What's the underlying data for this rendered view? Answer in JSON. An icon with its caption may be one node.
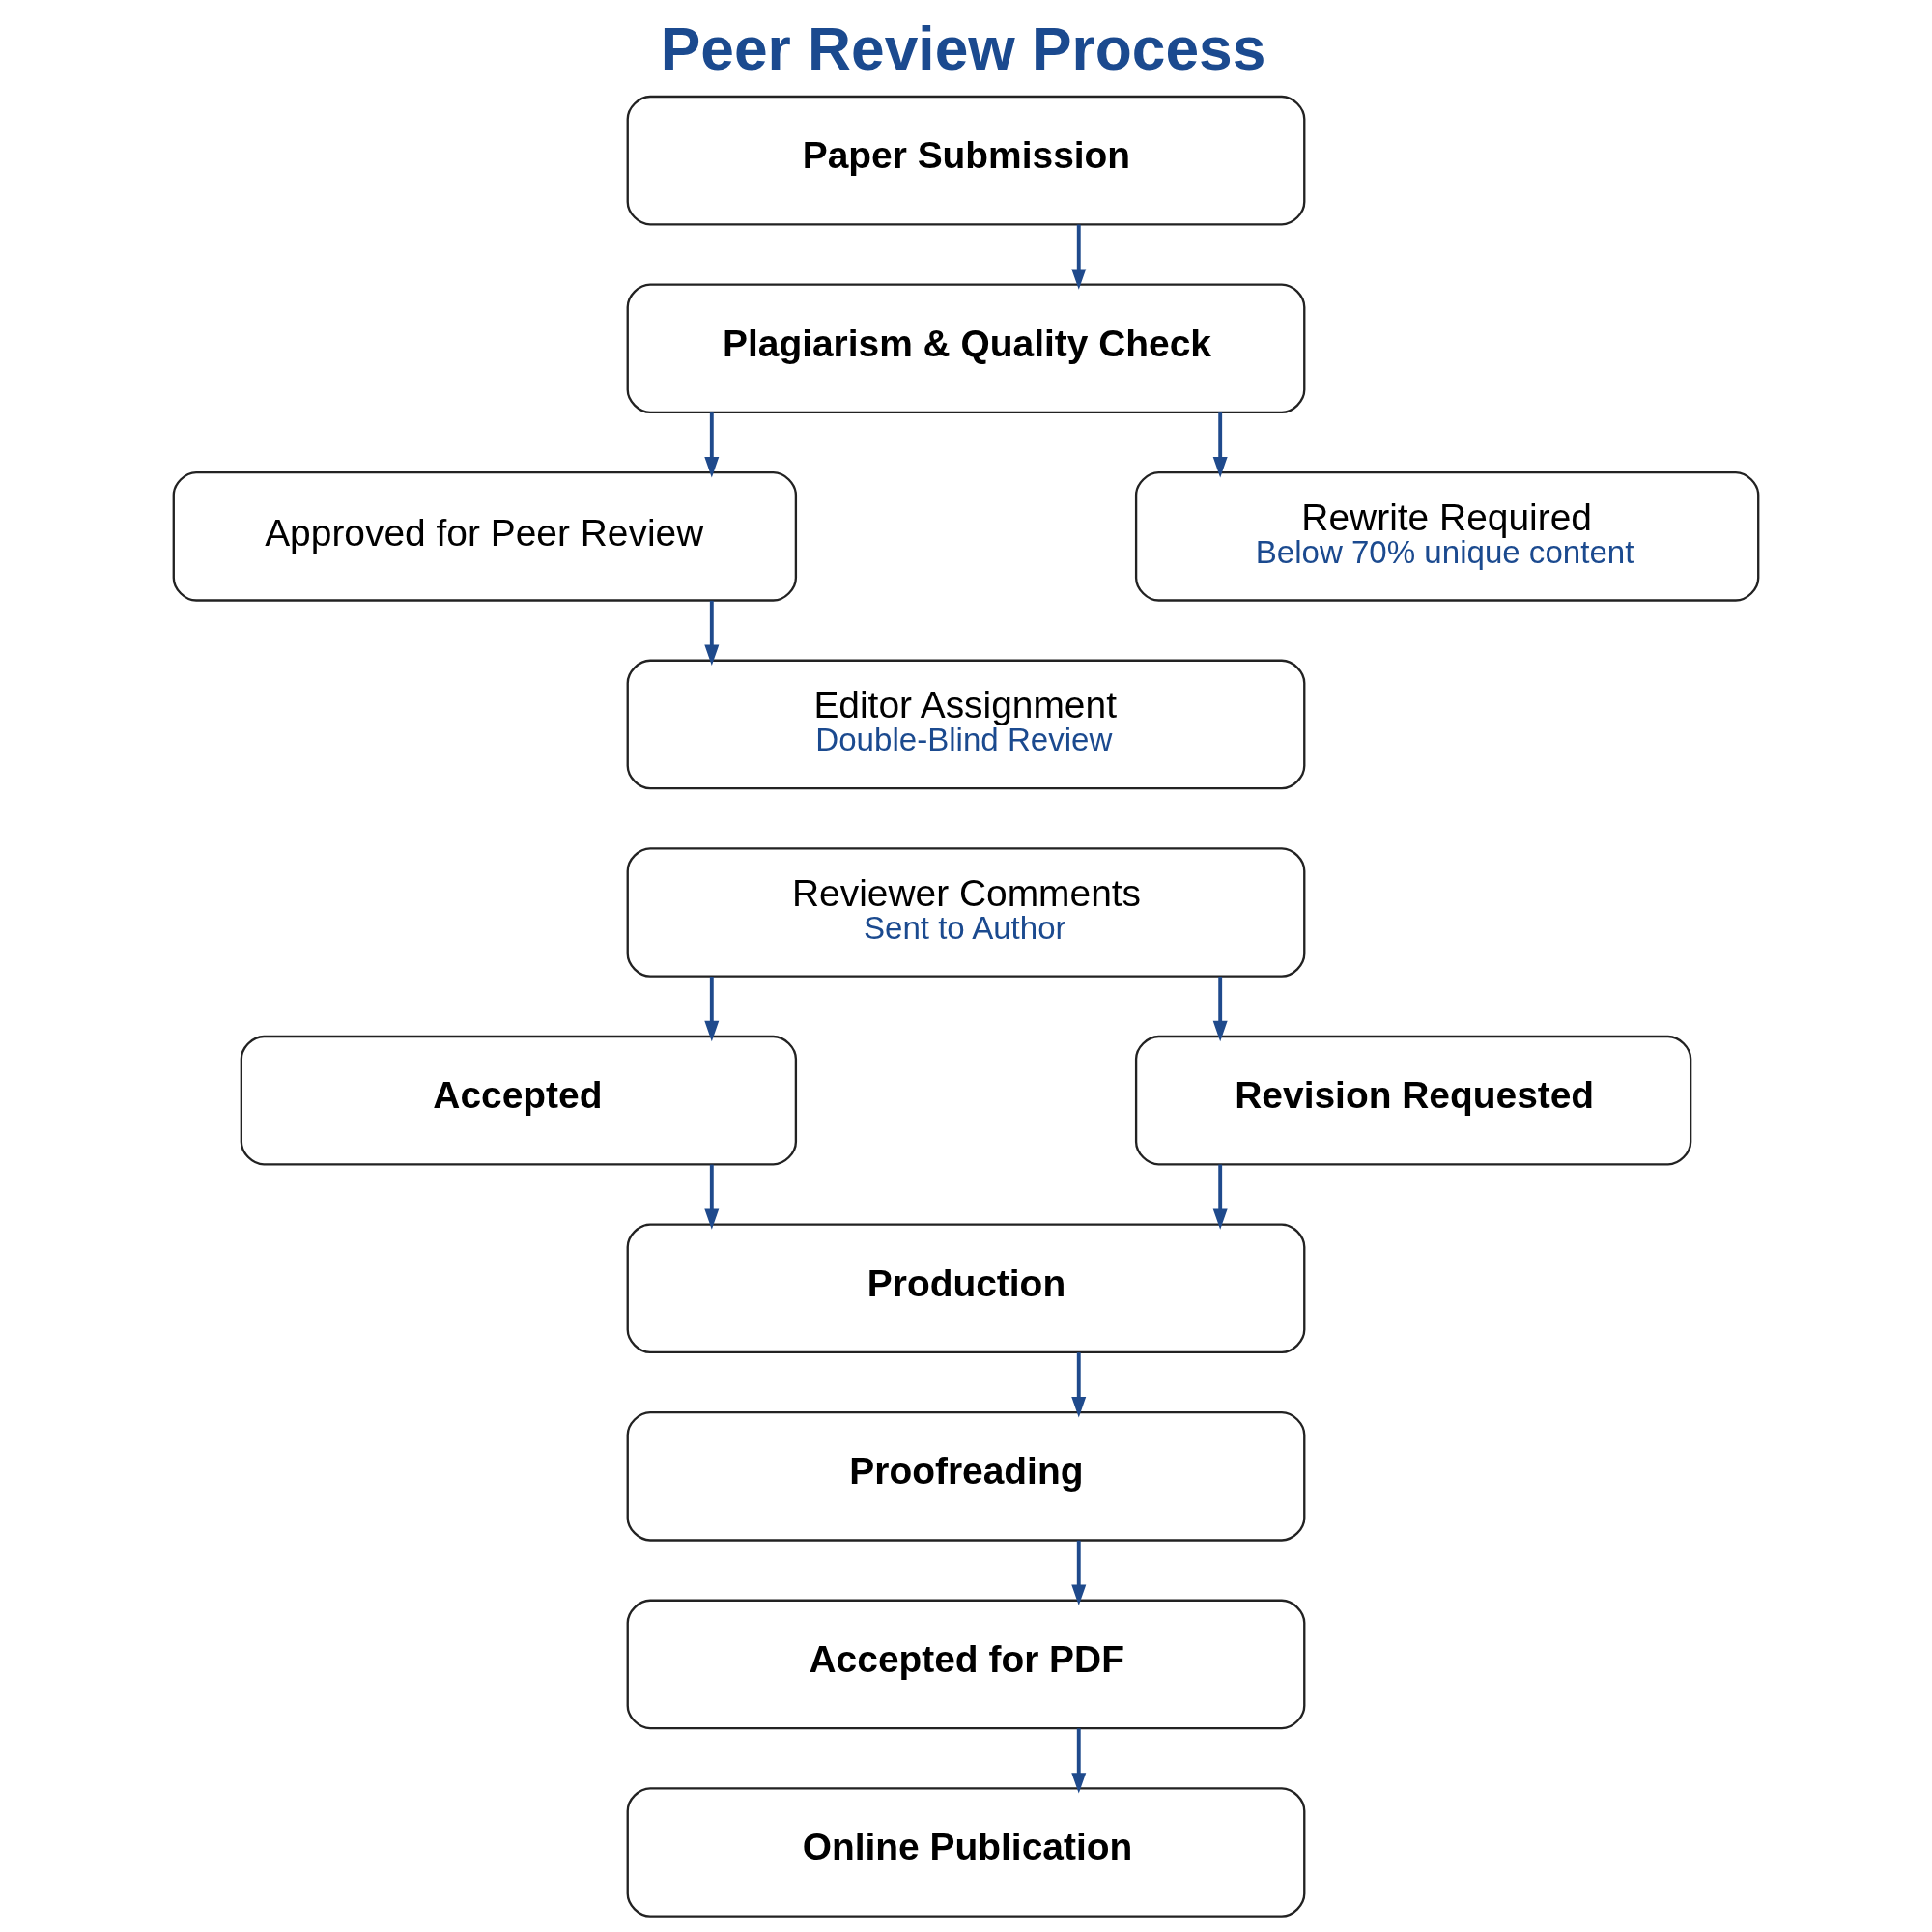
{
  "diagram": {
    "title": "Peer Review Process",
    "nodes": [
      {
        "text": [
          "Paper Submission"
        ]
      },
      {
        "text": [
          "Plagiarism & Quality Check"
        ]
      },
      {
        "text": [
          "Approved for Peer Review"
        ]
      },
      {
        "text": [
          "Rewrite Required",
          "Below 70% unique content"
        ]
      },
      {
        "text": [
          "Editor Assignment",
          "Double-Blind Review"
        ]
      },
      {
        "text": [
          "Reviewer Comments",
          "Sent to Author"
        ]
      },
      {
        "text": [
          "Accepted"
        ]
      },
      {
        "text": [
          "Revision Requested"
        ]
      },
      {
        "text": [
          "Production"
        ]
      },
      {
        "text": [
          "Proofreading"
        ]
      },
      {
        "text": [
          "Accepted for PDF"
        ]
      },
      {
        "text": [
          "Online Publication"
        ]
      }
    ],
    "edges": [
      {
        "from": 0,
        "to": 1,
        "arrow": "to"
      },
      {
        "from": 1,
        "to": 2,
        "arrow": "to"
      },
      {
        "from": 1,
        "to": 3,
        "arrow": "to"
      },
      {
        "from": 2,
        "to": 4,
        "arrow": "to"
      },
      {
        "from": 5,
        "to": 6,
        "arrow": "to"
      },
      {
        "from": 5,
        "to": 7,
        "arrow": "to"
      },
      {
        "from": 6,
        "to": 8,
        "arrow": "to"
      },
      {
        "from": 7,
        "to": 8,
        "arrow": "to"
      },
      {
        "from": 8,
        "to": 9,
        "arrow": "to"
      },
      {
        "from": 9,
        "to": 10,
        "arrow": "to"
      },
      {
        "from": 10,
        "to": 11,
        "arrow": "to"
      }
    ]
  }
}
